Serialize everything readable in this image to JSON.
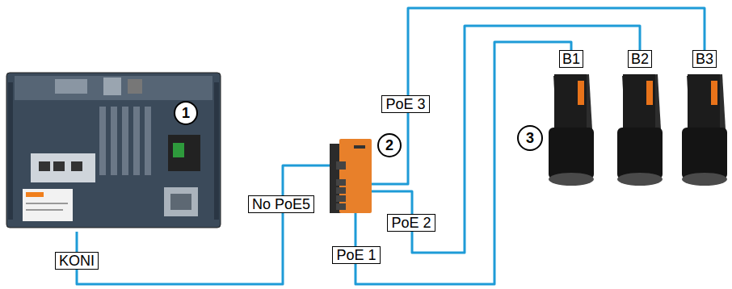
{
  "diagram": {
    "nodes": [
      {
        "text": [
          "1"
        ]
      },
      {
        "text": [
          "2"
        ]
      },
      {
        "text": [
          "B1"
        ]
      },
      {
        "text": [
          "B2"
        ]
      },
      {
        "text": [
          "B3"
        ]
      }
    ],
    "edges": [
      {
        "from": 0,
        "to": 1,
        "arrow": "none",
        "label": "No PoE5"
      },
      {
        "from": 1,
        "to": 2,
        "arrow": "none",
        "label": "PoE 1"
      },
      {
        "from": 1,
        "to": 3,
        "arrow": "none",
        "label": "PoE 2"
      },
      {
        "from": 1,
        "to": 4,
        "arrow": "none",
        "label": "PoE 3"
      }
    ],
    "labels": [
      "KONI",
      "3"
    ]
  }
}
